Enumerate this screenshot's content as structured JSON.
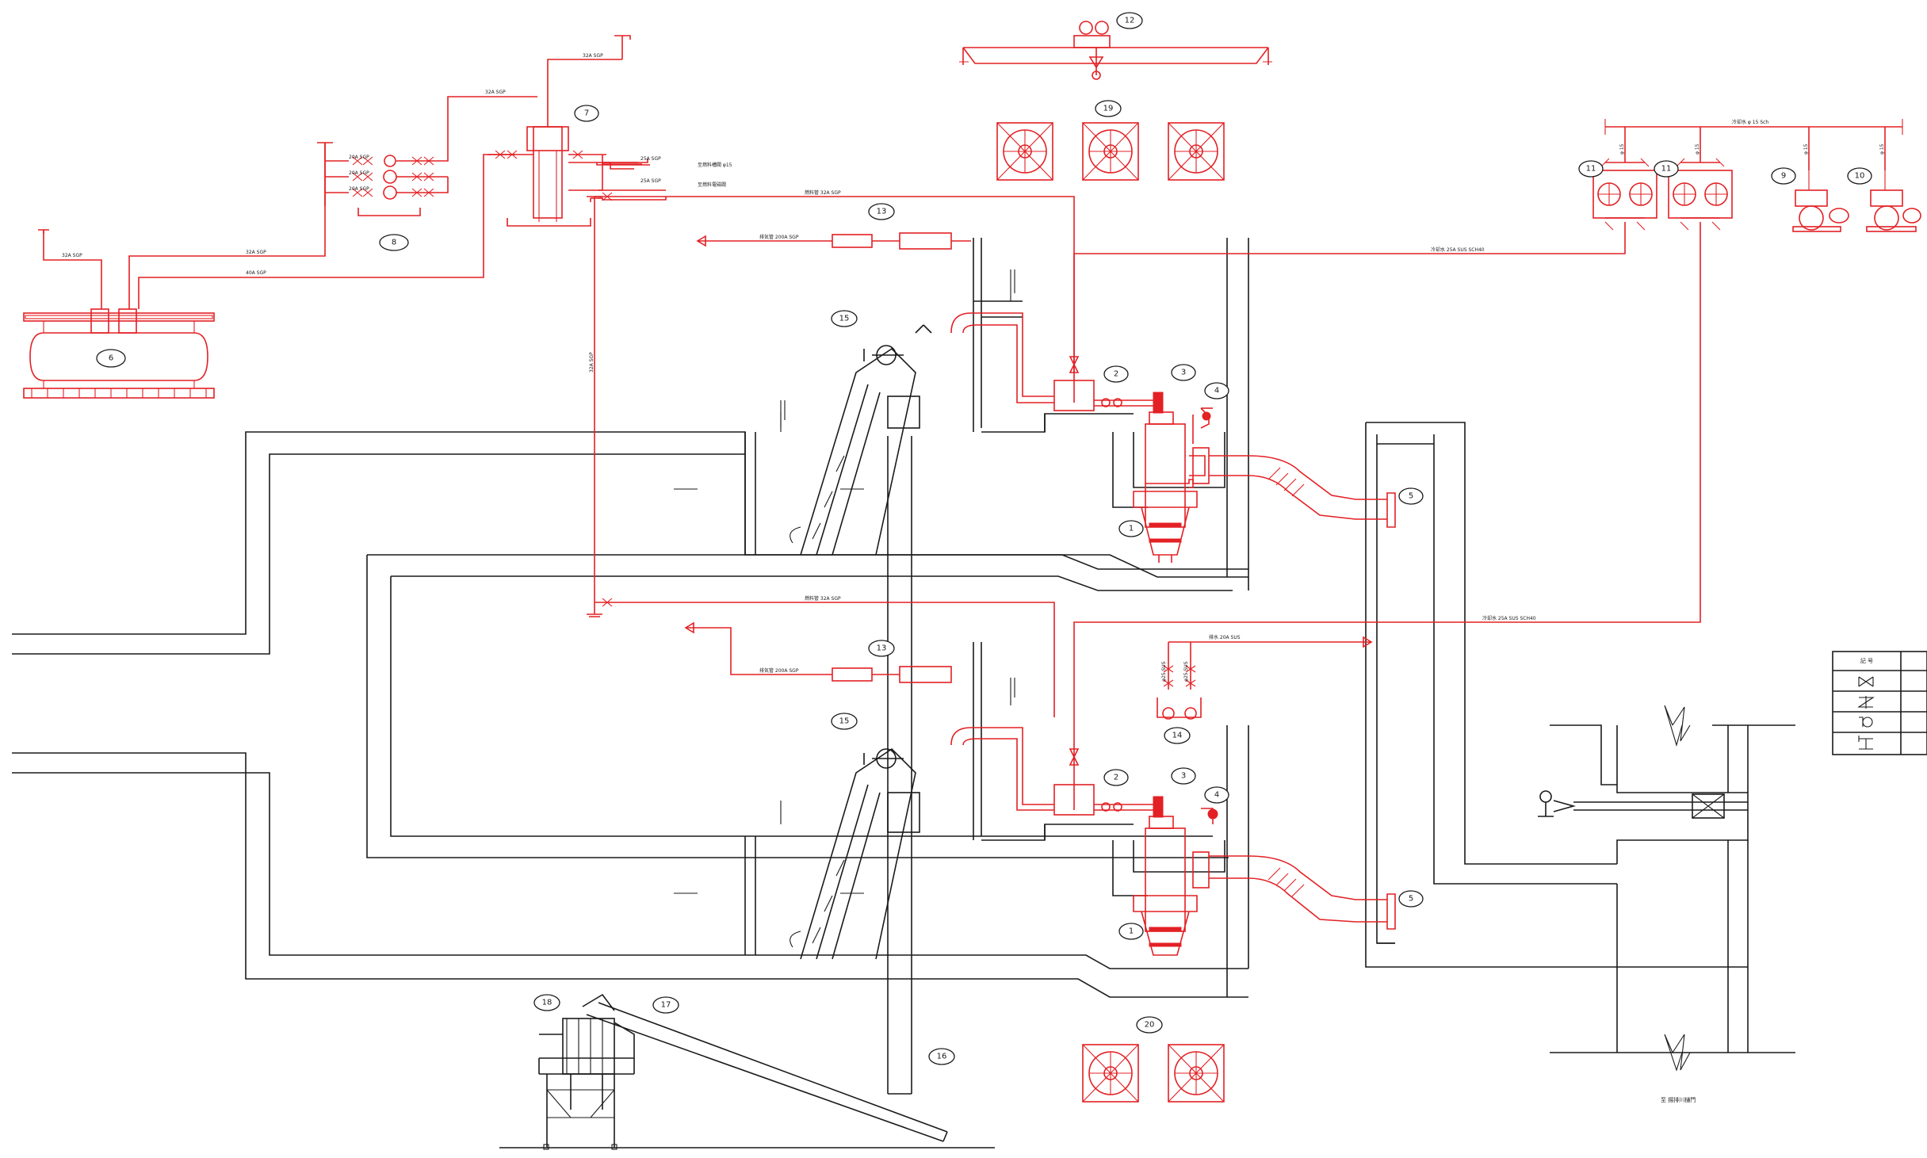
{
  "colors": {
    "equipment": "#e32024",
    "structure": "#1a1a1a",
    "background": "#ffffff"
  },
  "bubbles": {
    "b1a": "1",
    "b1b": "1",
    "b2a": "2",
    "b2b": "2",
    "b3a": "3",
    "b3b": "3",
    "b4a": "4",
    "b4b": "4",
    "b5a": "5",
    "b5b": "5",
    "b6": "6",
    "b7": "7",
    "b8": "8",
    "b9": "9",
    "b10": "10",
    "b11a": "11",
    "b11b": "11",
    "b12": "12",
    "b13a": "13",
    "b13b": "13",
    "b14": "14",
    "b15a": "15",
    "b15b": "15",
    "b16": "16",
    "b17": "17",
    "b18": "18",
    "b19": "19",
    "b20": "20"
  },
  "pipe_labels": {
    "top_vent": "32A SGP",
    "fuel_supply_top": "32A SGP",
    "tank_vent": "32A SGP",
    "tank_line_1": "32A SGP",
    "tank_line_2": "40A SGP",
    "fuel_riser": "32A SGP",
    "pump_line_1": "20A SGP",
    "pump_line_2": "20A SGP",
    "pump_line_3": "20A SGP",
    "to_equipment_1": "25A SGP",
    "to_equipment_2": "25A SGP",
    "to_equipment_1_note": "至燃料槽閥 φ15",
    "to_equipment_2_note": "至燃料電磁閥",
    "fuel_branch_upper": "燃料管  32A SGP",
    "fuel_branch_lower": "燃料管  32A SGP",
    "exhaust_upper": "排気管  200A SGP",
    "exhaust_lower": "排気管  200A SGP",
    "cooling_upper": "冷却水  25A SUS SCH40",
    "cooling_lower": "冷却水  25A SUS SCH40",
    "cooling_header": "冷却水  φ 15 Sch",
    "drain_line": "排水  20A SUS",
    "header_drop_1": "φ 15",
    "header_drop_2": "φ 15",
    "header_drop_3": "φ 15",
    "header_drop_4": "φ 15",
    "drain_drop_1": "φ25 SUS",
    "drain_drop_2": "φ25 SUS"
  },
  "legend": {
    "header": "記  号",
    "rows": [
      "",
      "",
      "",
      ""
    ]
  },
  "gate_caption": "至  揚排川樋門"
}
